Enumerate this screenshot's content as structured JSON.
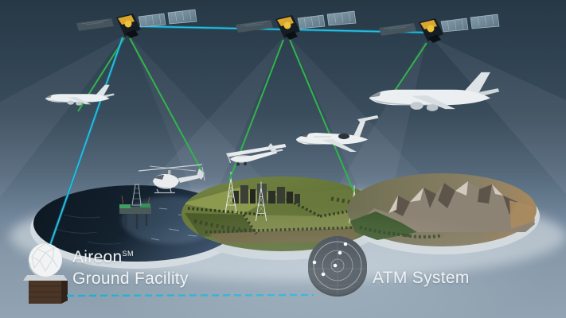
{
  "scene": {
    "name": "Aireon space-based ADS-B coverage diagram"
  },
  "labels": {
    "facility_brand": "Aireon",
    "facility_mark": "SM",
    "facility_name": "Ground Facility",
    "atm_system": "ATM System"
  },
  "colors": {
    "sky_top": "#273845",
    "sky_bottom": "#92a4b2",
    "signal_green": "#31b44b",
    "link_teal": "#1fb0d4",
    "label_text": "#f1f4f6",
    "radar_face": "#3f474d"
  },
  "elements": {
    "satellites": [
      "satellite-1",
      "satellite-2",
      "satellite-3"
    ],
    "aircraft": [
      "widebody-airliner",
      "helicopter",
      "light-prop-aircraft",
      "business-jet",
      "large-twinjet-airliner"
    ],
    "terrain_discs": [
      "ocean-with-oil-platform",
      "farmland-with-city-and-radio-towers",
      "mountain-range"
    ],
    "ground_nodes": [
      "aireon-ground-facility-dome",
      "atm-system-radar-display"
    ]
  },
  "links": {
    "satellite_crosslink": "teal inter-satellite line",
    "ads_b_signals": "green signal lines between satellites, aircraft and radio towers",
    "facility_downlink": "teal line from satellite to ground facility",
    "ground_connection": "dashed teal line from ground facility to ATM system"
  }
}
